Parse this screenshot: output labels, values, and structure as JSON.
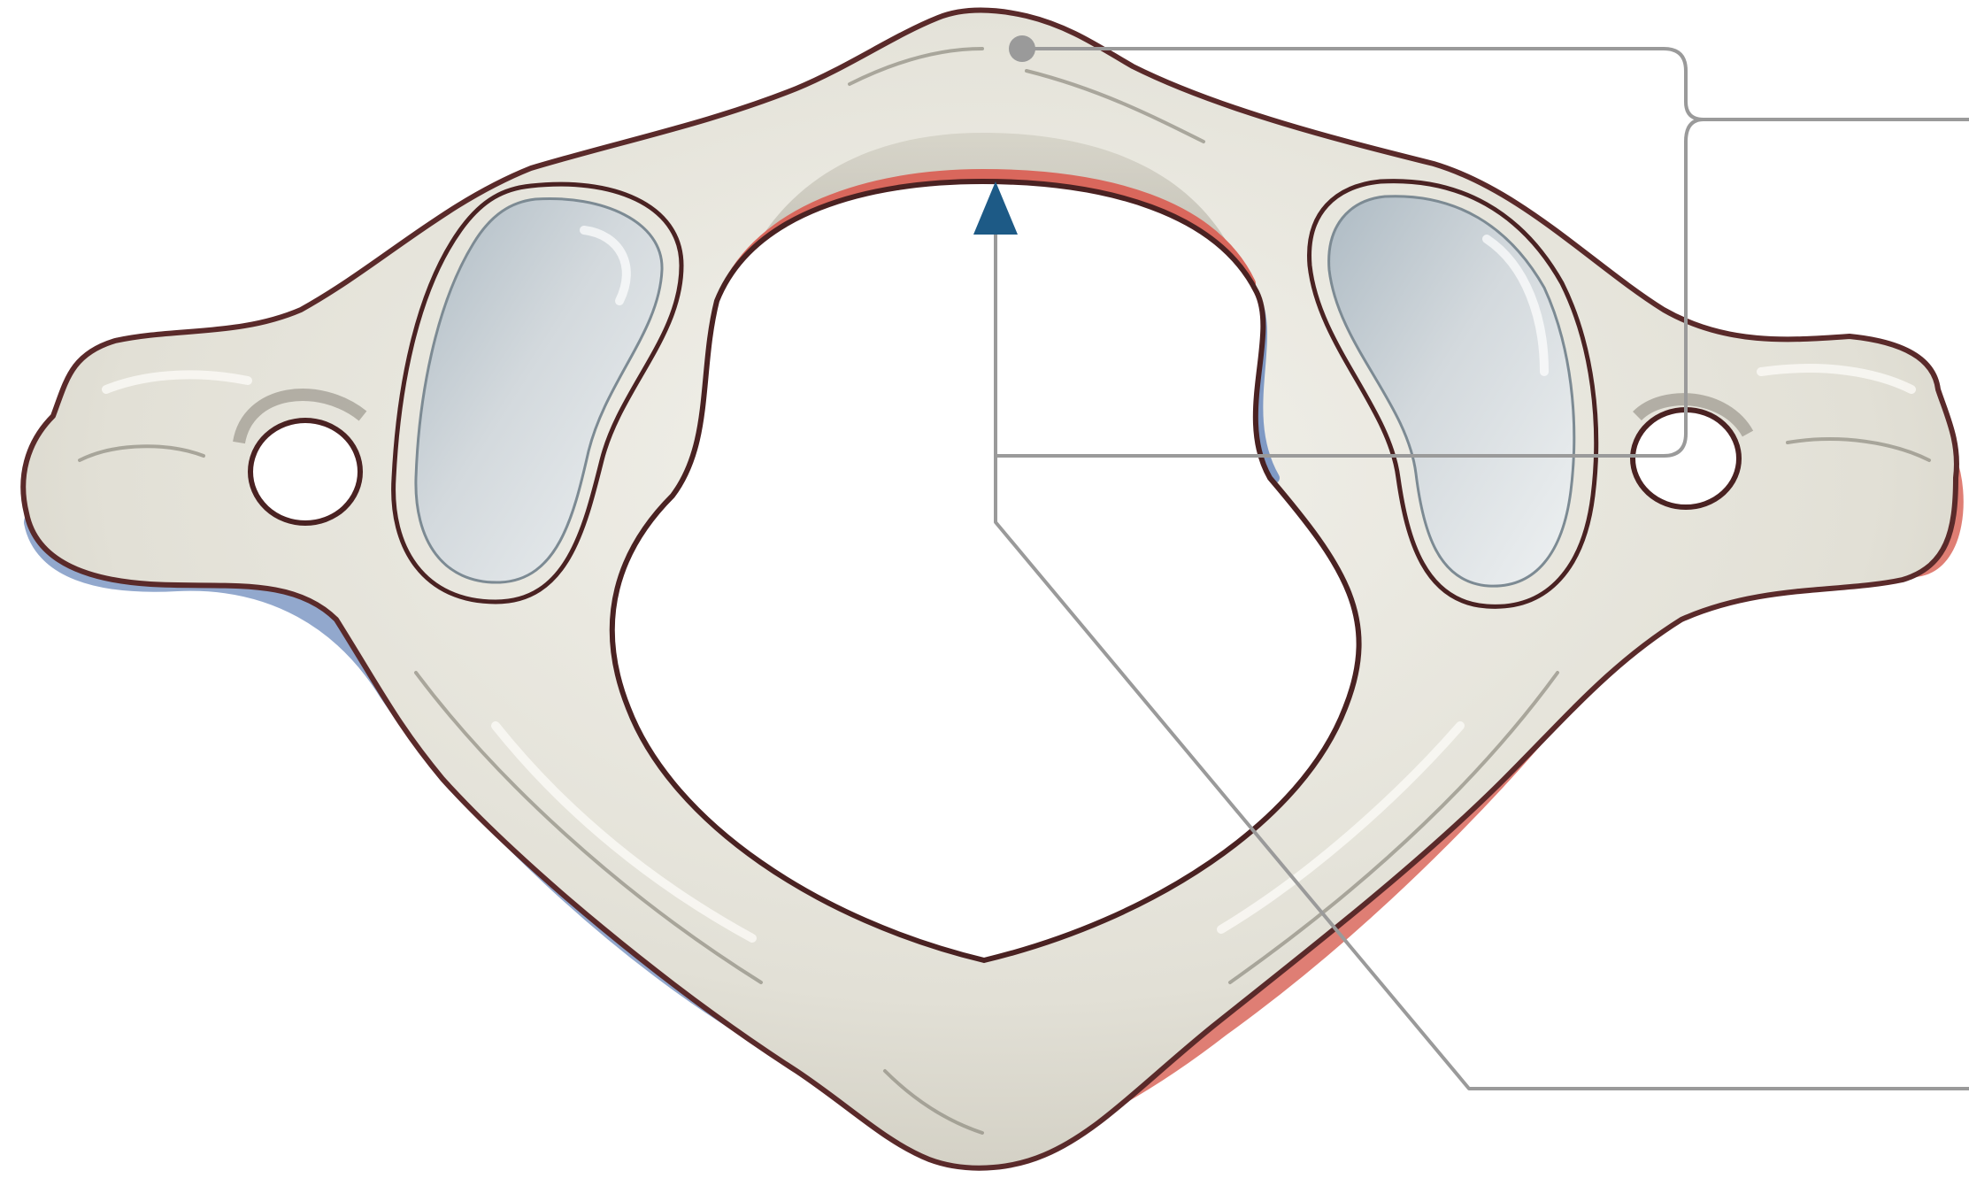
{
  "figure": {
    "subject": "atlas-vertebra-superior-view",
    "labels": [],
    "colors": {
      "background": "#ffffff",
      "bone": "#e4e2d8",
      "bone_highlight": "#f6f5ef",
      "bone_shadow": "#b9b5a8",
      "outline": "#5a2a2a",
      "inner_rim_red": "#d9675c",
      "outer_rim_blue": "#7f99c4",
      "facet": "#c5cdd3",
      "facet_highlight": "#e2e7ea",
      "leader_line": "#9a9a9a",
      "arrow": "#1d5a86"
    },
    "leaders": [
      {
        "name": "anterior-tubercle-leader",
        "anchor": "anterior-tubercle"
      },
      {
        "name": "anterior-arch-inner-leader",
        "anchor": "anterior-arch-inner-edge"
      },
      {
        "name": "posterior-arch-leader",
        "anchor": "posterior-arch"
      }
    ],
    "icons": {
      "pointer_arrow": "triangle-up-arrow",
      "tubercle_marker": "circle-dot"
    }
  }
}
